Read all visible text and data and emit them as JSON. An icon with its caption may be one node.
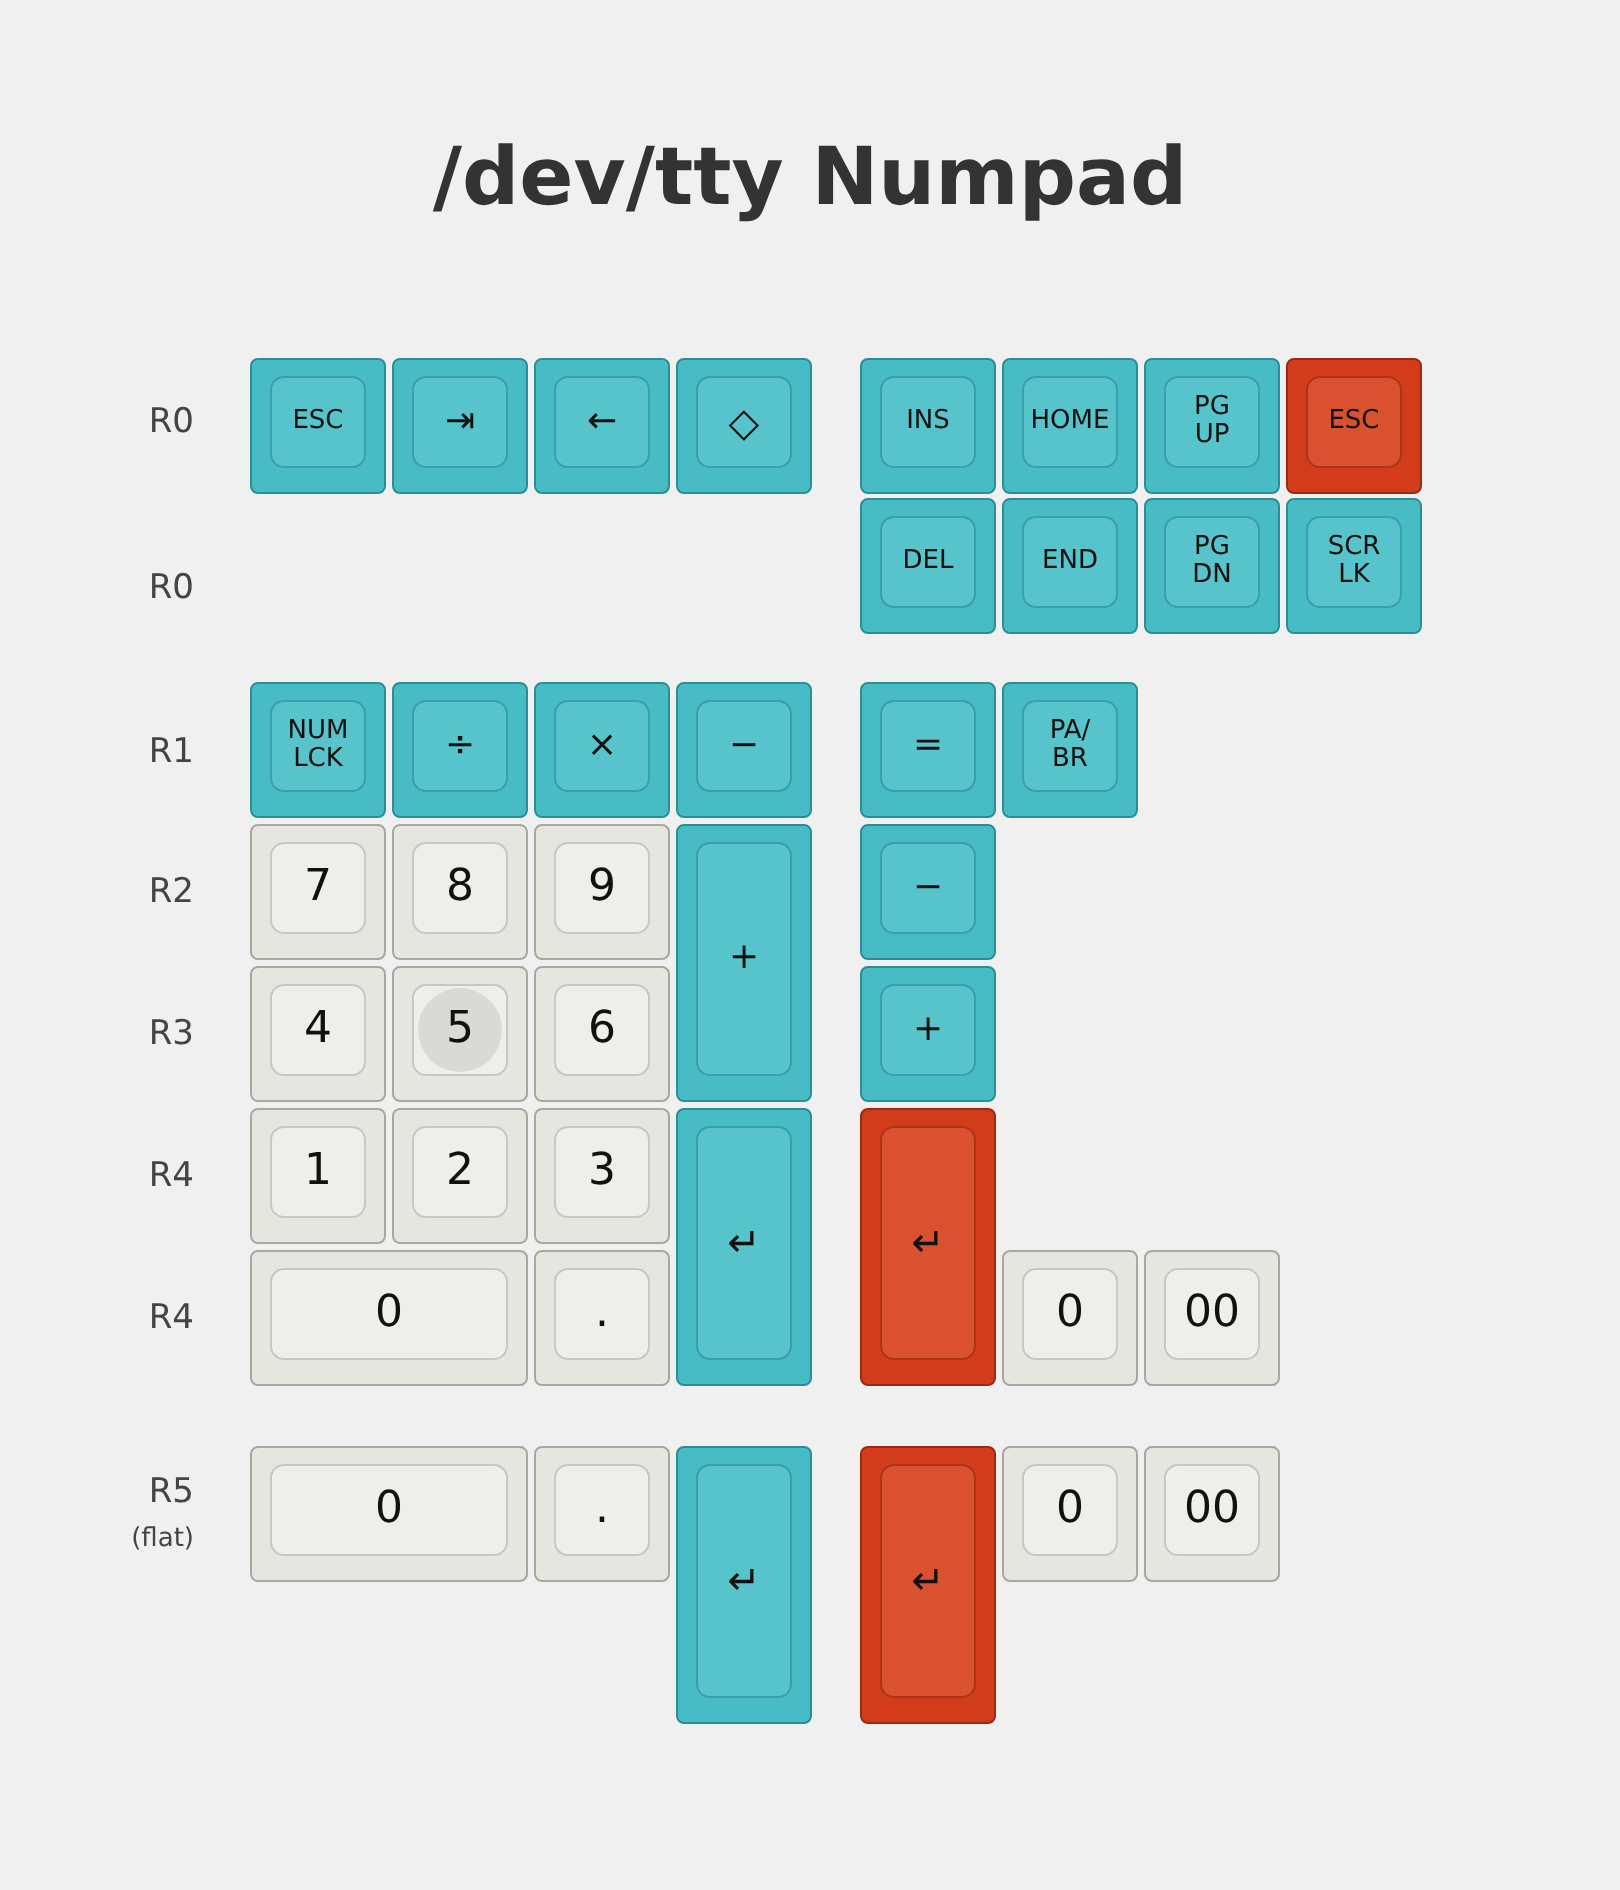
{
  "diagram": {
    "title": "/dev/tty Numpad",
    "nodes": [
      {
        "text": [
          "ESC"
        ]
      },
      {
        "text": [
          "⇥"
        ]
      },
      {
        "text": [
          "←"
        ]
      },
      {
        "text": [
          "◇"
        ]
      },
      {
        "text": [
          "INS"
        ]
      },
      {
        "text": [
          "HOME"
        ]
      },
      {
        "text": [
          "PG UP"
        ]
      },
      {
        "text": [
          "ESC"
        ]
      },
      {
        "text": [
          "DEL"
        ]
      },
      {
        "text": [
          "END"
        ]
      },
      {
        "text": [
          "PG DN"
        ]
      },
      {
        "text": [
          "SCR LK"
        ]
      },
      {
        "text": [
          "NUM LCK"
        ]
      },
      {
        "text": [
          "÷"
        ]
      },
      {
        "text": [
          "×"
        ]
      },
      {
        "text": [
          "−"
        ]
      },
      {
        "text": [
          "="
        ]
      },
      {
        "text": [
          "PA/ BR"
        ]
      },
      {
        "text": [
          "7"
        ]
      },
      {
        "text": [
          "8"
        ]
      },
      {
        "text": [
          "9"
        ]
      },
      {
        "text": [
          "+"
        ]
      },
      {
        "text": [
          "−"
        ]
      },
      {
        "text": [
          "4"
        ]
      },
      {
        "text": [
          "5"
        ]
      },
      {
        "text": [
          "6"
        ]
      },
      {
        "text": [
          "+"
        ]
      },
      {
        "text": [
          "1"
        ]
      },
      {
        "text": [
          "2"
        ]
      },
      {
        "text": [
          "3"
        ]
      },
      {
        "text": [
          "↵"
        ]
      },
      {
        "text": [
          "↵"
        ]
      },
      {
        "text": [
          "0"
        ]
      },
      {
        "text": [
          "."
        ]
      },
      {
        "text": [
          "0"
        ]
      },
      {
        "text": [
          "00"
        ]
      },
      {
        "text": [
          "0"
        ]
      },
      {
        "text": [
          "."
        ]
      },
      {
        "text": [
          "↵"
        ]
      },
      {
        "text": [
          "↵"
        ]
      },
      {
        "text": [
          "0"
        ]
      },
      {
        "text": [
          "00"
        ]
      }
    ],
    "labels": [
      "R0",
      "R0",
      "R1",
      "R2",
      "R3",
      "R4",
      "R4",
      "R5",
      "(flat)"
    ]
  }
}
